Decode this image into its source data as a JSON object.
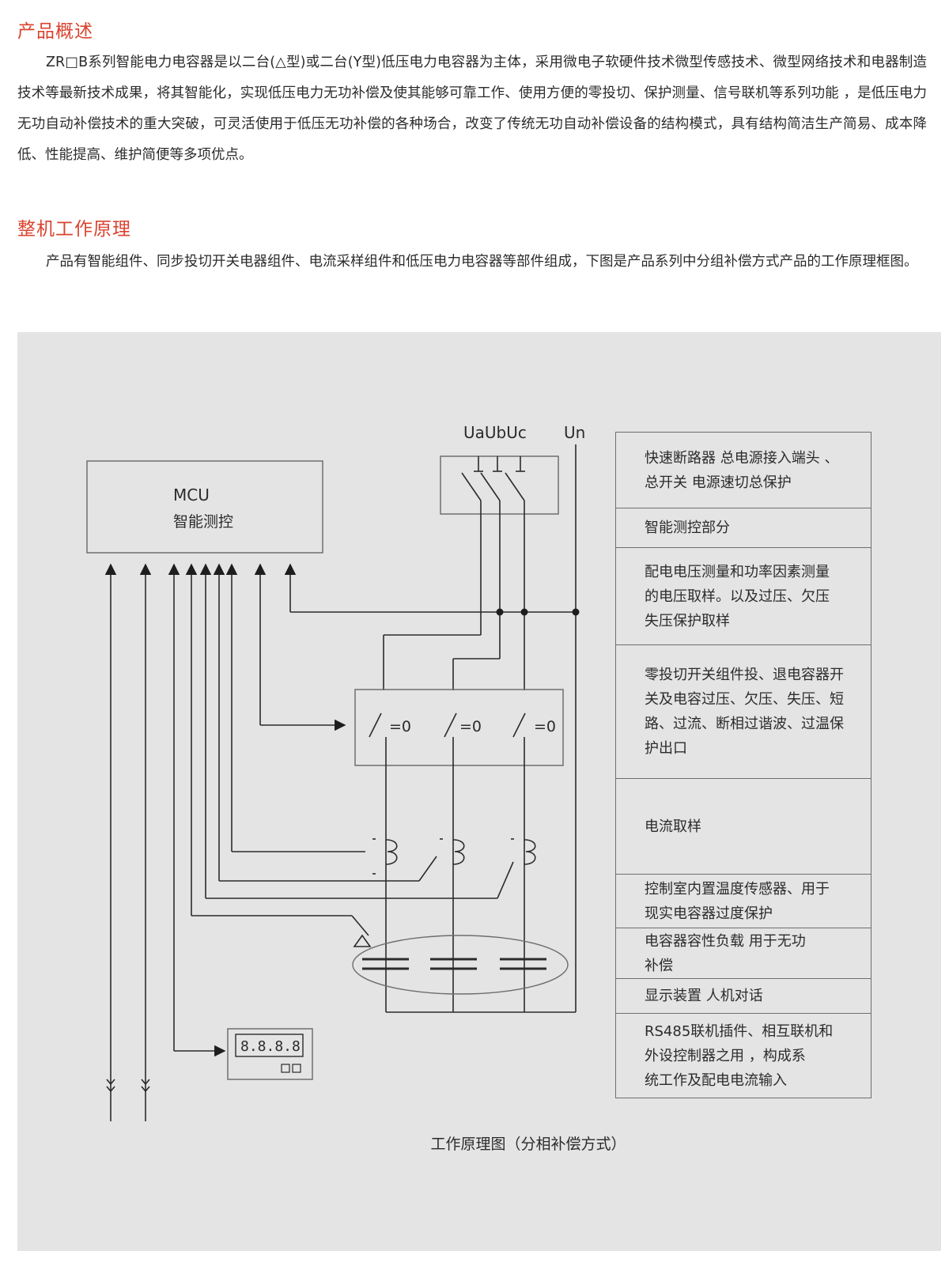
{
  "section1": {
    "heading": "产品概述",
    "body": "ZR□B系列智能电力电容器是以二台(△型)或二台(Y型)低压电力电容器为主体，采用微电子软硬件技术微型传感技术、微型网络技术和电器制造技术等最新技术成果，将其智能化，实现低压电力无功补偿及使其能够可靠工作、使用方便的零投切、保护测量、信号联机等系列功能 ，是低压电力无功自动补偿技术的重大突破，可灵活使用于低压无功补偿的各种场合，改变了传统无功自动补偿设备的结构模式，具有结构简洁生产简易、成本降低、性能提高、维护简便等多项优点。"
  },
  "section2": {
    "heading": "整机工作原理",
    "body": "产品有智能组件、同步投切开关电器组件、电流采样组件和低压电力电容器等部件组成，下图是产品系列中分组补偿方式产品的工作原理框图。"
  },
  "diagram": {
    "mcu_label": "MCU",
    "mcu_sublabel": "智能测控",
    "phase_labels": "UaUbUc",
    "neutral_label": "Un",
    "switch_labels": [
      "=0",
      "=0",
      "=0"
    ],
    "display_readout": "8.8.8.8",
    "caption": "工作原理图（分相补偿方式）"
  },
  "descriptions": [
    {
      "lines": [
        "快速断路器  总电源接入端头 、",
        "总开关  电源速切总保护"
      ]
    },
    {
      "lines": [
        "智能测控部分"
      ]
    },
    {
      "lines": [
        "配电电压测量和功率因素测量",
        "的电压取样。以及过压、欠压",
        "失压保护取样"
      ]
    },
    {
      "lines": [
        "零投切开关组件投、退电容器开",
        "关及电容过压、欠压、失压、短",
        "路、过流、断相过谐波、过温保",
        "护出口"
      ]
    },
    {
      "lines": [
        "电流取样"
      ]
    },
    {
      "lines": [
        "控制室内置温度传感器、用于",
        "现实电容器过度保护"
      ]
    },
    {
      "lines": [
        "电容器容性负载  用于无功",
        "补偿"
      ]
    },
    {
      "lines": [
        "显示装置  人机对话"
      ]
    },
    {
      "lines": [
        "RS485联机插件、相互联机和",
        "外设控制器之用 ，构成系",
        "统工作及配电电流输入"
      ]
    }
  ]
}
